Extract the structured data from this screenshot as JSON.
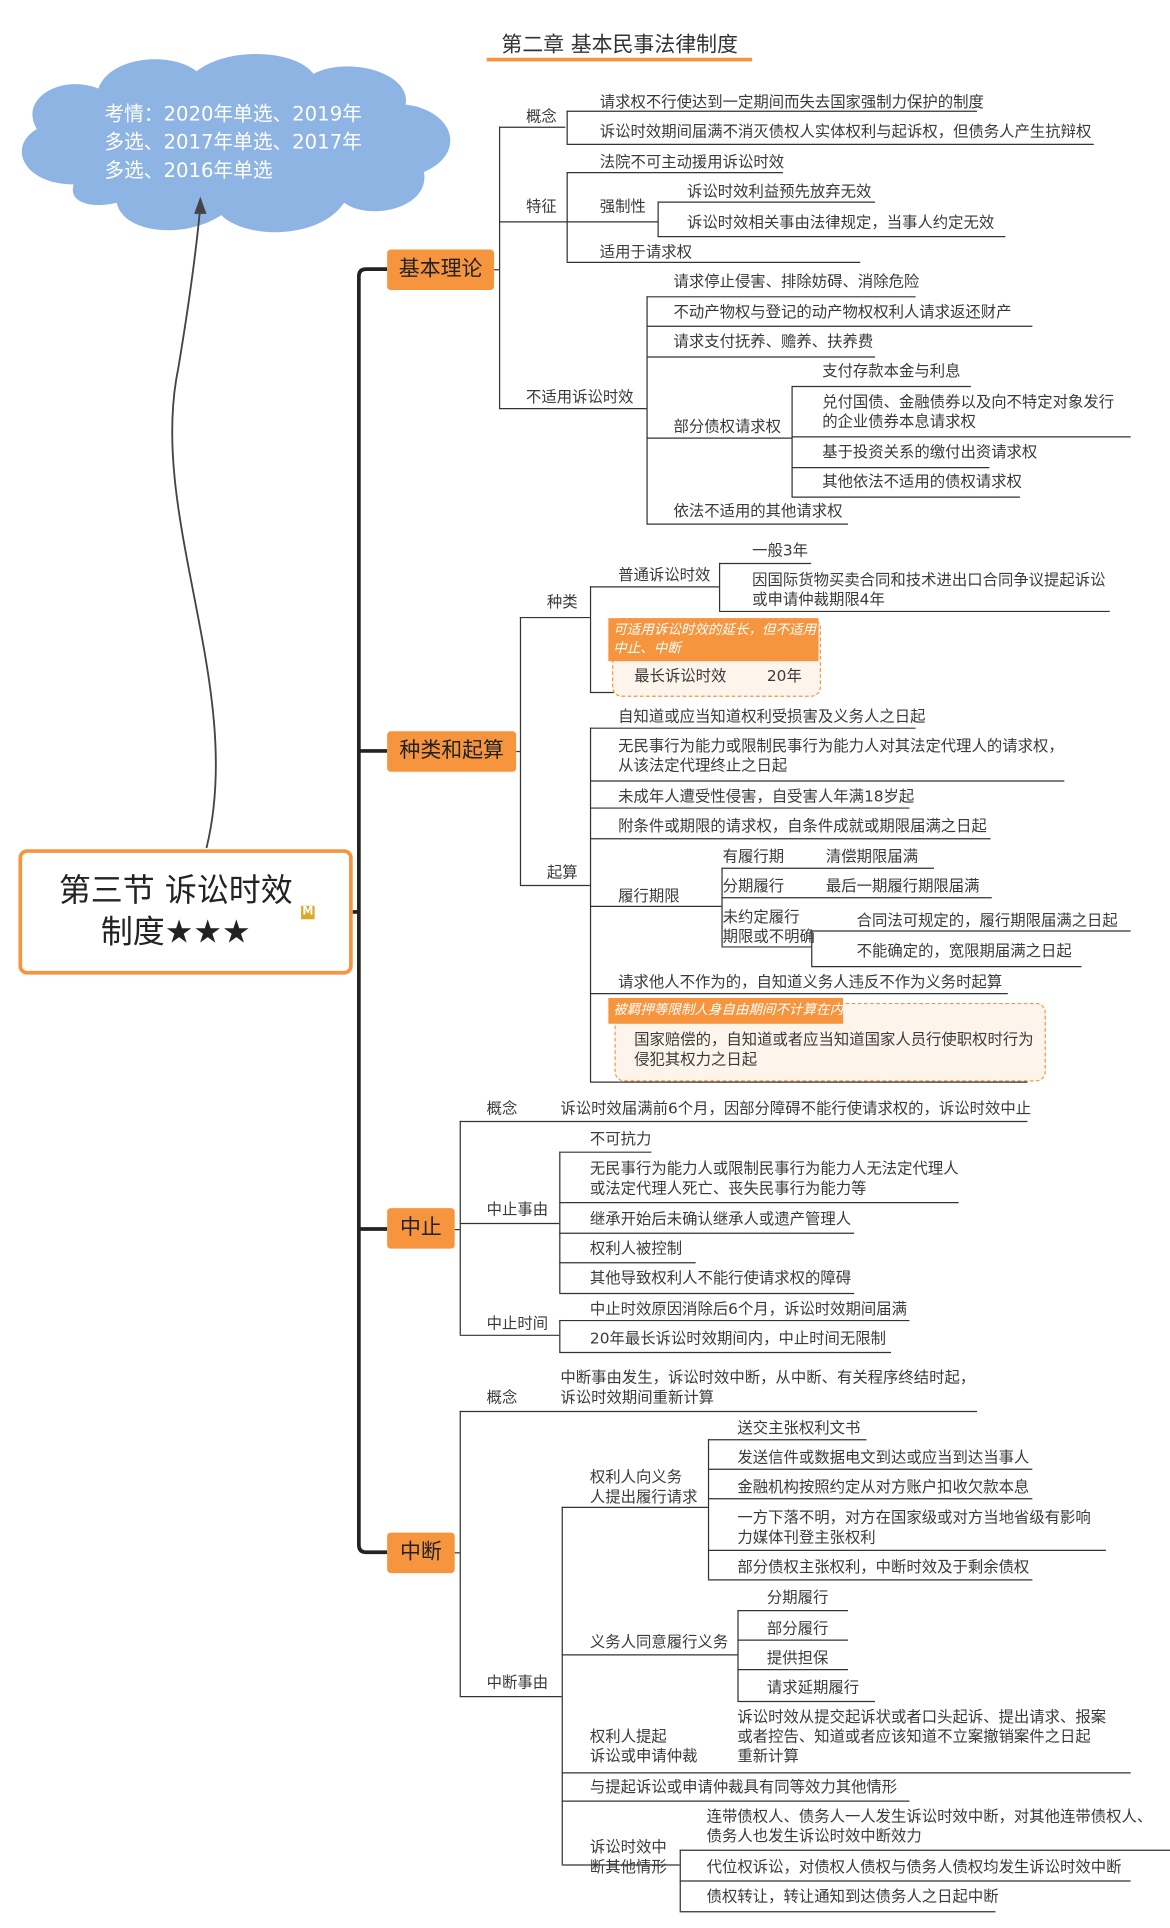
{
  "header": {
    "title": "第二章 基本民事法律制度"
  },
  "exam_note": "考情：2020年单选、2019年\n多选、2017年单选、2017年\n多选、2016年单选",
  "central": {
    "title": "第三节 诉讼时效\n制度★★★",
    "marker": "M"
  },
  "colors": {
    "accent": "#f7953e",
    "cloud": "#8db4e2",
    "line": "#333333"
  },
  "b1": {
    "label": "基本理论",
    "concept": {
      "label": "概念",
      "items": [
        "请求权不行使达到一定期间而失去国家强制力保护的制度",
        "诉讼时效期间届满不消灭债权人实体权利与起诉权，但债务人产生抗辩权"
      ]
    },
    "features": {
      "label": "特征",
      "items": [
        "法院不可主动援用诉讼时效",
        "适用于请求权"
      ],
      "mandatory": {
        "label": "强制性",
        "items": [
          "诉讼时效利益预先放弃无效",
          "诉讼时效相关事由法律规定，当事人约定无效"
        ]
      }
    },
    "notapplicable": {
      "label": "不适用诉讼时效",
      "items": [
        "请求停止侵害、排除妨碍、消除危险",
        "不动产物权与登记的动产物权权利人请求返还财产",
        "请求支付抚养、赡养、扶养费",
        "依法不适用的其他请求权"
      ],
      "partial": {
        "label": "部分债权请求权",
        "items": [
          "支付存款本金与利息",
          "兑付国债、金融债券以及向不特定对象发行\n的企业债券本息请求权",
          "基于投资关系的缴付出资请求权",
          "其他依法不适用的债权请求权"
        ]
      }
    }
  },
  "b2": {
    "label": "种类和起算",
    "kinds": {
      "label": "种类",
      "ordinary": {
        "label": "普通诉讼时效",
        "items": [
          "一般3年",
          "因国际货物买卖合同和技术进出口合同争议提起诉讼\n或申请仲裁期限4年"
        ]
      },
      "callout": "可适用诉讼时效的延长，但不适用\n中止、中断",
      "longest": {
        "label": "最长诉讼时效",
        "value": "20年"
      }
    },
    "start": {
      "label": "起算",
      "items": [
        "自知道或应当知道权利受损害及义务人之日起",
        "无民事行为能力或限制民事行为能力人对其法定代理人的请求权，\n从该法定代理终止之日起",
        "未成年人遭受性侵害，自受害人年满18岁起",
        "附条件或期限的请求权，自条件成就或期限届满之日起",
        "请求他人不作为的，自知道义务人违反不作为义务时起算",
        "国家赔偿的，自知道或者应当知道国家人员行使职权时行为\n侵犯其权力之日起"
      ],
      "callout": "被羁押等限制人身自由期间不计算在内",
      "performance": {
        "label": "履行期限",
        "rows": [
          {
            "case": "有履行期",
            "result": "清偿期限届满"
          },
          {
            "case": "分期履行",
            "result": "最后一期履行期限届满"
          }
        ],
        "unspecified": {
          "label": "未约定履行\n期限或不明确",
          "items": [
            "合同法可规定的，履行期限届满之日起",
            "不能确定的，宽限期届满之日起"
          ]
        }
      }
    }
  },
  "b3": {
    "label": "中止",
    "concept": {
      "label": "概念",
      "text": "诉讼时效届满前6个月，因部分障碍不能行使请求权的，诉讼时效中止"
    },
    "reasons": {
      "label": "中止事由",
      "items": [
        "不可抗力",
        "无民事行为能力人或限制民事行为能力人无法定代理人\n或法定代理人死亡、丧失民事行为能力等",
        "继承开始后未确认继承人或遗产管理人",
        "权利人被控制",
        "其他导致权利人不能行使请求权的障碍"
      ]
    },
    "time": {
      "label": "中止时间",
      "items": [
        "中止时效原因消除后6个月，诉讼时效期间届满",
        "20年最长诉讼时效期间内，中止时间无限制"
      ]
    }
  },
  "b4": {
    "label": "中断",
    "concept": {
      "label": "概念",
      "text": "中断事由发生，诉讼时效中断，从中断、有关程序终结时起，\n诉讼时效期间重新计算"
    },
    "reasons": {
      "label": "中断事由",
      "demand": {
        "label": "权利人向义务\n人提出履行请求",
        "items": [
          "送交主张权利文书",
          "发送信件或数据电文到达或应当到达当事人",
          "金融机构按照约定从对方账户扣收欠款本息",
          "一方下落不明，对方在国家级或对方当地省级有影响\n力媒体刊登主张权利",
          "部分债权主张权利，中断时效及于剩余债权"
        ]
      },
      "consent": {
        "label": "义务人同意履行义务",
        "items": [
          "分期履行",
          "部分履行",
          "提供担保",
          "请求延期履行"
        ]
      },
      "suit": {
        "label": "权利人提起\n诉讼或申请仲裁",
        "text": "诉讼时效从提交起诉状或者口头起诉、提出请求、报案\n或者控告、知道或者应该知道不立案撤销案件之日起\n重新计算"
      },
      "items": [
        "与提起诉讼或申请仲裁具有同等效力其他情形"
      ],
      "other": {
        "label": "诉讼时效中\n断其他情形",
        "items": [
          "连带债权人、债务人一人发生诉讼时效中断，对其他连带债权人、\n债务人也发生诉讼时效中断效力",
          "代位权诉讼，对债权人债权与债务人债权均发生诉讼时效中断",
          "债权转让，转让通知到达债务人之日起中断"
        ]
      }
    }
  }
}
